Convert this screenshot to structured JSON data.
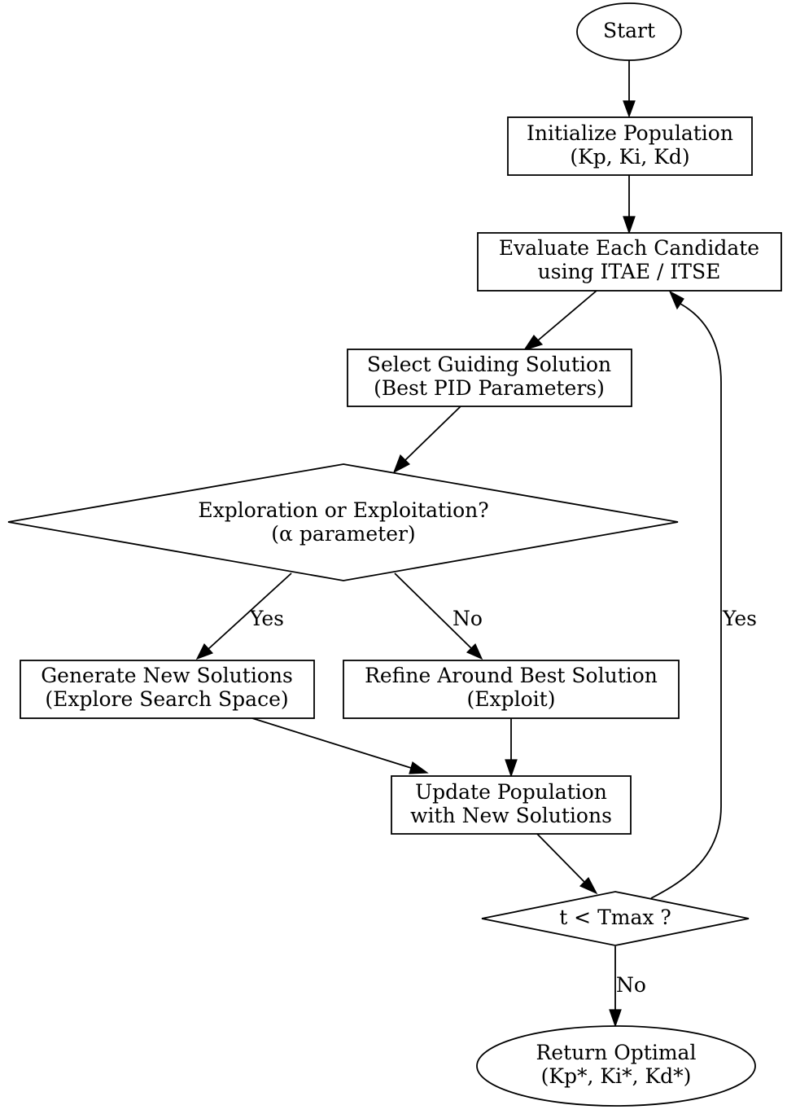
{
  "diagram": {
    "nodes": {
      "start": {
        "lines": [
          "Start"
        ]
      },
      "init": {
        "lines": [
          "Initialize Population",
          "(Kp, Ki, Kd)"
        ]
      },
      "evaluate": {
        "lines": [
          "Evaluate Each Candidate",
          "using ITAE / ITSE"
        ]
      },
      "select": {
        "lines": [
          "Select Guiding Solution",
          "(Best PID Parameters)"
        ]
      },
      "decision": {
        "lines": [
          "Exploration or Exploitation?",
          "(α parameter)"
        ]
      },
      "explore": {
        "lines": [
          "Generate New Solutions",
          "(Explore Search Space)"
        ]
      },
      "exploit": {
        "lines": [
          "Refine Around Best Solution",
          "(Exploit)"
        ]
      },
      "update": {
        "lines": [
          "Update Population",
          "with New Solutions"
        ]
      },
      "check": {
        "lines": [
          "t < Tmax ?"
        ]
      },
      "result": {
        "lines": [
          "Return Optimal",
          "(Kp*, Ki*, Kd*)"
        ]
      }
    },
    "edge_labels": {
      "decision_yes": "Yes",
      "decision_no": "No",
      "loop_yes": "Yes",
      "end_no": "No"
    }
  }
}
